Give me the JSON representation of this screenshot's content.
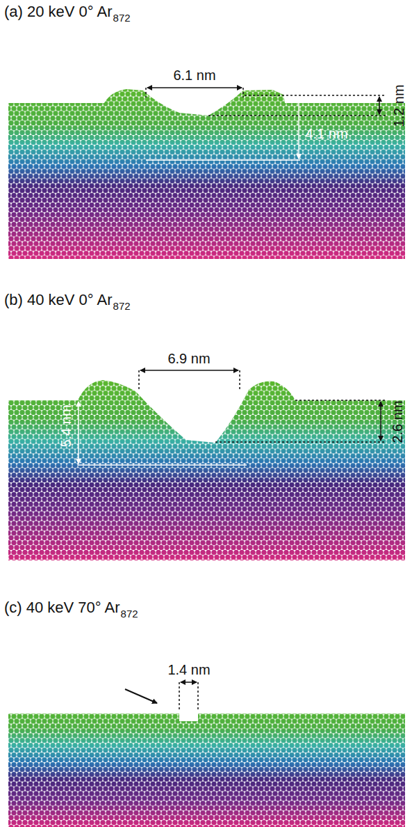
{
  "diagram": {
    "labels": [
      "(a) 20 keV 0° Ar",
      "872",
      "6.1 nm",
      "1.2 nm",
      "4.1 nm",
      "(b) 40 keV 0° Ar",
      "872",
      "6.9 nm",
      "2.6 nm",
      "5.4 nm",
      "(c) 40 keV 70° Ar",
      "872",
      "1.4 nm"
    ]
  }
}
